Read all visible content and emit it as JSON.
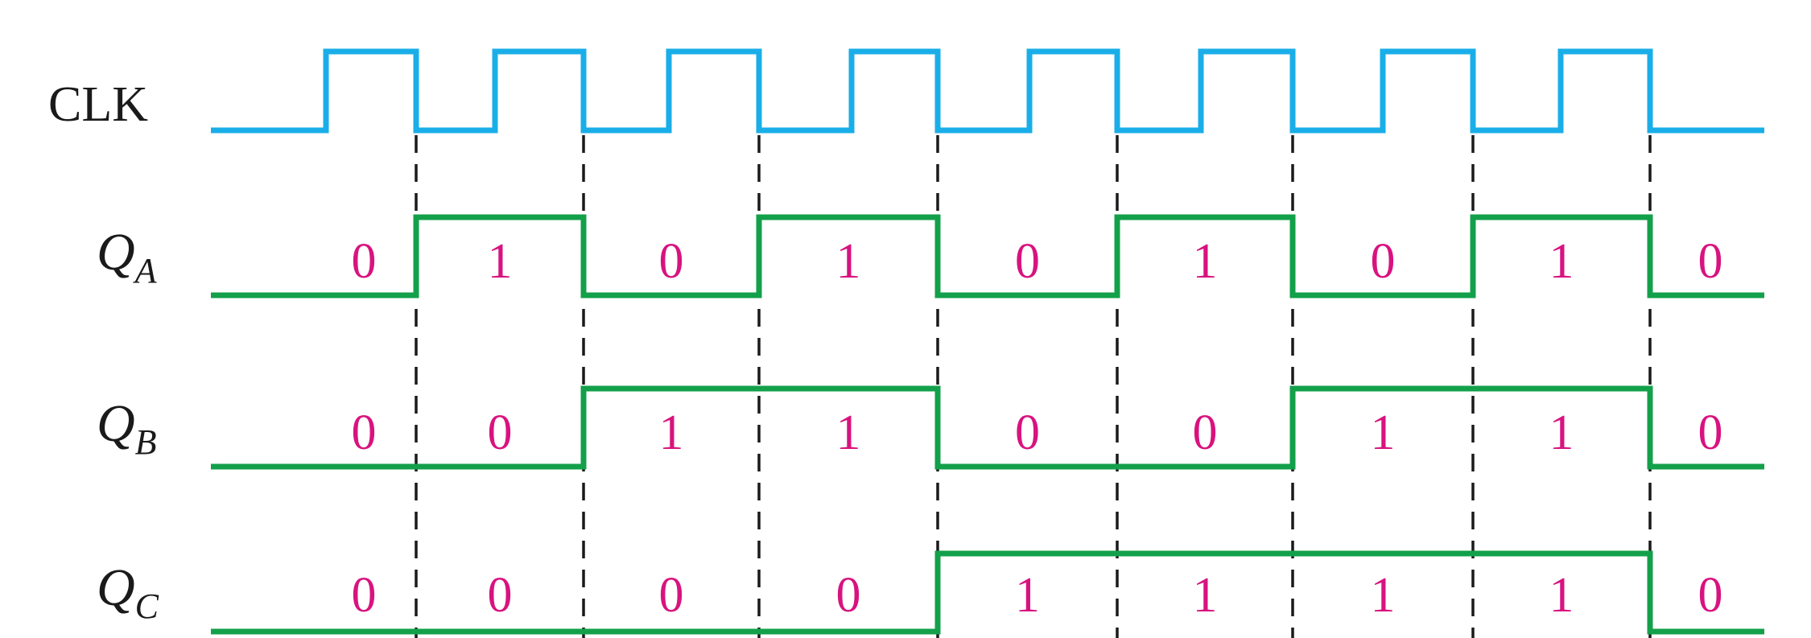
{
  "colors": {
    "clock": "#1aaee8",
    "outputs": "#13a04a",
    "bits": "#d8137f"
  },
  "signals": [
    {
      "name": "CLK",
      "sub": ""
    },
    {
      "name": "Q",
      "sub": "A",
      "bits": [
        "0",
        "1",
        "0",
        "1",
        "0",
        "1",
        "0",
        "1",
        "0"
      ]
    },
    {
      "name": "Q",
      "sub": "B",
      "bits": [
        "0",
        "0",
        "1",
        "1",
        "0",
        "0",
        "1",
        "1",
        "0"
      ]
    },
    {
      "name": "Q",
      "sub": "C",
      "bits": [
        "0",
        "0",
        "0",
        "0",
        "1",
        "1",
        "1",
        "1",
        "0"
      ]
    }
  ]
}
